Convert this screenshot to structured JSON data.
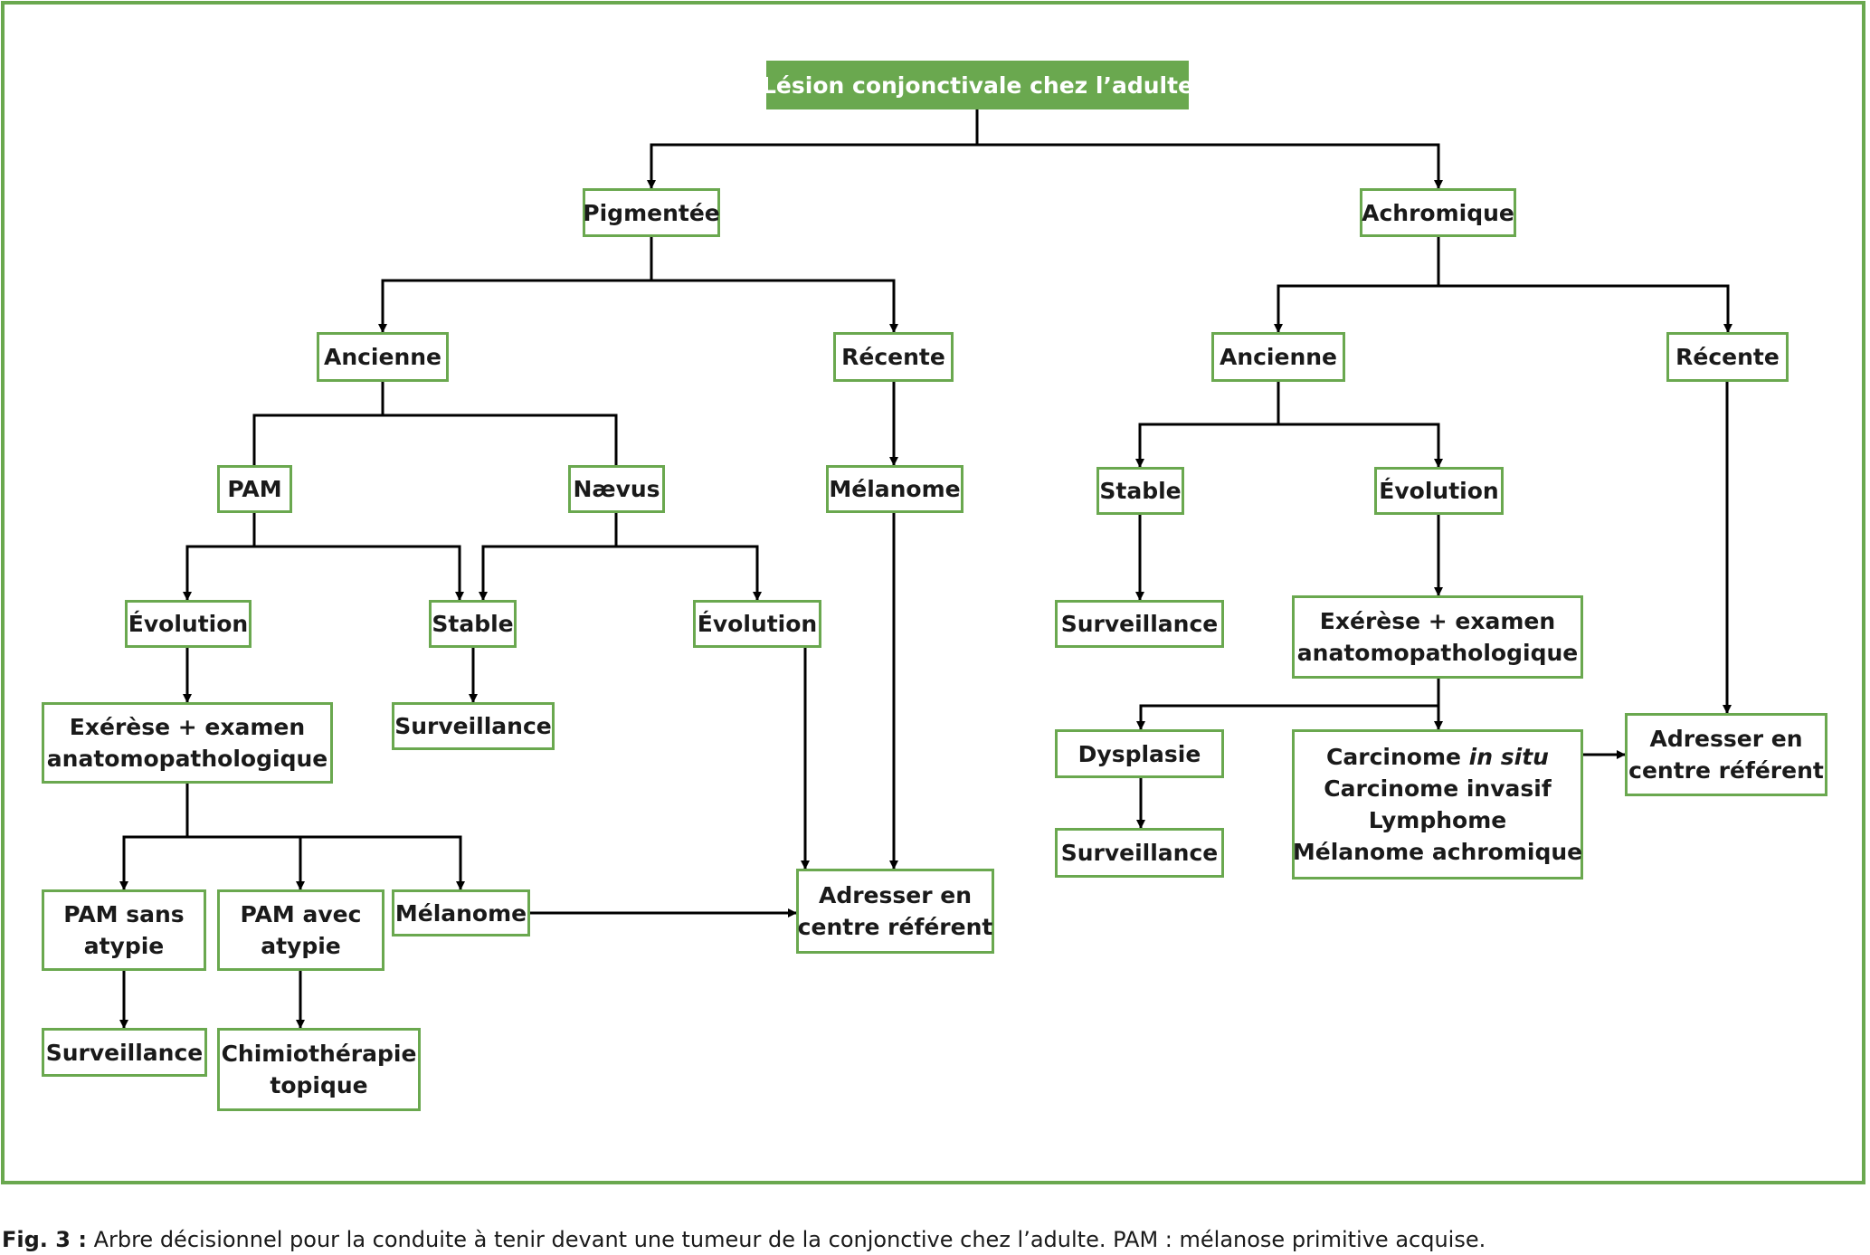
{
  "colors": {
    "border": "#6aa84f",
    "root_fill": "#6aa84f",
    "line": "#000000",
    "text": "#1a1a1a"
  },
  "nodes": {
    "root": {
      "lines": [
        "Lésion conjonctivale chez l’adulte"
      ]
    },
    "pigmentee": {
      "lines": [
        "Pigmentée"
      ]
    },
    "achromique": {
      "lines": [
        "Achromique"
      ]
    },
    "p_ancienne": {
      "lines": [
        "Ancienne"
      ]
    },
    "p_recente": {
      "lines": [
        "Récente"
      ]
    },
    "pam": {
      "lines": [
        "PAM"
      ]
    },
    "naevus": {
      "lines": [
        "Nævus"
      ]
    },
    "p_melanome": {
      "lines": [
        "Mélanome"
      ]
    },
    "pam_evolution": {
      "lines": [
        "Évolution"
      ]
    },
    "pam_exerese": {
      "lines": [
        "Exérèse + examen",
        "anatomopathologique"
      ]
    },
    "pam_sans_atypie": {
      "lines": [
        "PAM sans",
        "atypie"
      ]
    },
    "pam_sans_surveillance": {
      "lines": [
        "Surveillance"
      ]
    },
    "pam_avec_atypie": {
      "lines": [
        "PAM avec",
        "atypie"
      ]
    },
    "chimiotherapie": {
      "lines": [
        "Chimiothérapie",
        "topique"
      ]
    },
    "pam_melanome": {
      "lines": [
        "Mélanome"
      ]
    },
    "p_stable": {
      "lines": [
        "Stable"
      ]
    },
    "p_stable_surveillance": {
      "lines": [
        "Surveillance"
      ]
    },
    "naevus_evolution": {
      "lines": [
        "Évolution"
      ]
    },
    "p_adresser": {
      "lines": [
        "Adresser en",
        "centre référent"
      ]
    },
    "a_ancienne": {
      "lines": [
        "Ancienne"
      ]
    },
    "a_recente": {
      "lines": [
        "Récente"
      ]
    },
    "a_stable": {
      "lines": [
        "Stable"
      ]
    },
    "a_stable_surveillance": {
      "lines": [
        "Surveillance"
      ]
    },
    "a_evolution": {
      "lines": [
        "Évolution"
      ]
    },
    "a_exerese": {
      "lines": [
        "Exérèse + examen",
        "anatomopathologique"
      ]
    },
    "dysplasie": {
      "lines": [
        "Dysplasie"
      ]
    },
    "dysplasie_surveillance": {
      "lines": [
        "Surveillance"
      ]
    },
    "carcinomes": {
      "lines": [
        "Carcinome |in situ|",
        "Carcinome invasif",
        "Lymphome",
        "Mélanome achromique"
      ]
    },
    "a_adresser": {
      "lines": [
        "Adresser en",
        "centre référent"
      ]
    }
  },
  "caption": {
    "label": "Fig. 3 :",
    "text": " Arbre décisionnel pour la conduite à tenir devant une tumeur de la conjonctive chez l’adulte. PAM : mélanose primitive acquise."
  }
}
